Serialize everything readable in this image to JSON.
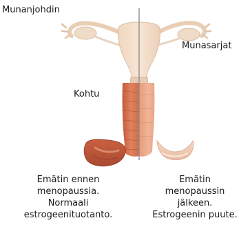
{
  "labels": {
    "fallopian_tube": "Munanjohdin",
    "ovaries": "Munasarjat",
    "uterus": "Kohtu"
  },
  "captions": {
    "before": [
      "Emätin ennen",
      "menopaussia.",
      "Normaali",
      "estrogeenituotanto."
    ],
    "after": [
      "Emätin",
      "menopaussin",
      "jälkeen.",
      "Estrogeenin puute."
    ]
  },
  "colors": {
    "tissue_healthy": "#d9714e",
    "tissue_healthy_dark": "#b9533a",
    "tissue_atrophic": "#f2c7b2",
    "tissue_pale": "#f3dcc6",
    "divider": "#8c8c8c"
  }
}
